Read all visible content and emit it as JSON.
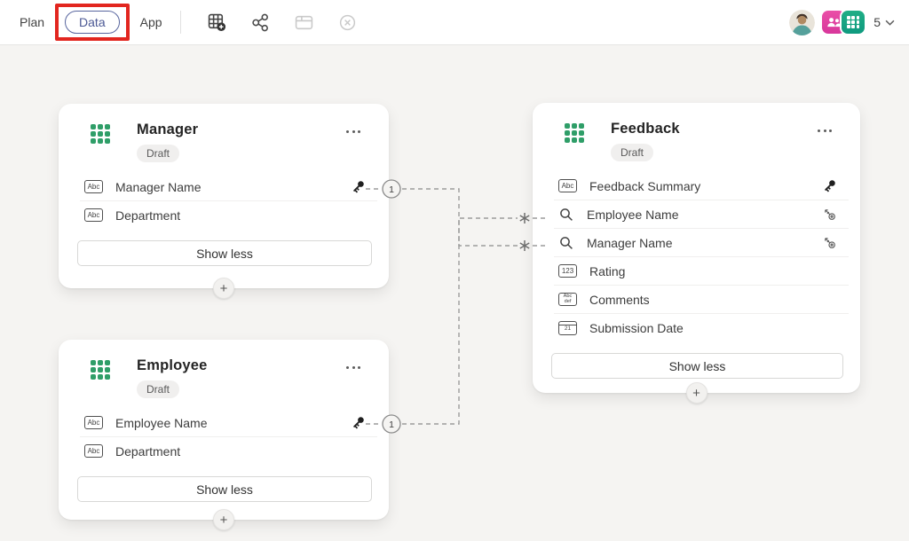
{
  "topbar": {
    "tabs": [
      {
        "label": "Plan",
        "selected": false
      },
      {
        "label": "Data",
        "selected": true
      },
      {
        "label": "App",
        "selected": false
      }
    ],
    "toolbar_icons": [
      {
        "name": "new-table-icon",
        "enabled": true
      },
      {
        "name": "relationships-share-icon",
        "enabled": true
      },
      {
        "name": "card-view-icon",
        "enabled": false
      },
      {
        "name": "dismiss-circle-icon",
        "enabled": false
      }
    ],
    "presence": {
      "count": "5",
      "user_icons": [
        "user-avatar",
        "people-app-icon",
        "dataverse-table-app-icon"
      ]
    }
  },
  "annotation": {
    "shape": "red-highlight-box",
    "color": "#e2261f",
    "around": "Data tab"
  },
  "colors": {
    "accent_blue": "#4c5995",
    "table_green": "#2f9e68",
    "app_pink": "#d8379b",
    "app_teal": "#13a07f",
    "canvas_bg": "#f5f4f2"
  },
  "cards": [
    {
      "title": "Manager",
      "status": "Draft",
      "action": "Show less",
      "menu_icon": "more-options-icon",
      "table_icon": "table-green-icon",
      "add_icon": "add-field-plus-icon",
      "fields": [
        {
          "label": "Manager Name",
          "type_icon": "text-field-icon",
          "glyph": "Abc",
          "key_icon": "primary-key-icon"
        },
        {
          "label": "Department",
          "type_icon": "text-field-icon",
          "glyph": "Abc"
        }
      ]
    },
    {
      "title": "Employee",
      "status": "Draft",
      "action": "Show less",
      "menu_icon": "more-options-icon",
      "table_icon": "table-green-icon",
      "add_icon": "add-field-plus-icon",
      "fields": [
        {
          "label": "Employee Name",
          "type_icon": "text-field-icon",
          "glyph": "Abc",
          "key_icon": "primary-key-icon"
        },
        {
          "label": "Department",
          "type_icon": "text-field-icon",
          "glyph": "Abc"
        }
      ]
    },
    {
      "title": "Feedback",
      "status": "Draft",
      "action": "Show less",
      "menu_icon": "more-options-icon",
      "table_icon": "table-green-icon",
      "add_icon": "add-field-plus-icon",
      "fields": [
        {
          "label": "Feedback Summary",
          "type_icon": "text-field-icon",
          "glyph": "Abc",
          "key_icon": "primary-key-icon"
        },
        {
          "label": "Employee Name",
          "type_icon": "lookup-icon",
          "key_icon": "foreign-key-icon"
        },
        {
          "label": "Manager Name",
          "type_icon": "lookup-icon",
          "key_icon": "foreign-key-icon"
        },
        {
          "label": "Rating",
          "type_icon": "number-field-icon",
          "glyph": "123"
        },
        {
          "label": "Comments",
          "type_icon": "multiline-text-icon",
          "glyph": "Abc",
          "glyph2": "def"
        },
        {
          "label": "Submission Date",
          "type_icon": "date-field-icon",
          "glyph": "21"
        }
      ]
    }
  ],
  "relationships": [
    {
      "from": "Manager.Manager Name",
      "to": "Feedback.Manager Name",
      "from_cardinality": "1",
      "to_cardinality": "*",
      "style": "dashed"
    },
    {
      "from": "Employee.Employee Name",
      "to": "Feedback.Employee Name",
      "from_cardinality": "1",
      "to_cardinality": "*",
      "style": "dashed"
    }
  ]
}
